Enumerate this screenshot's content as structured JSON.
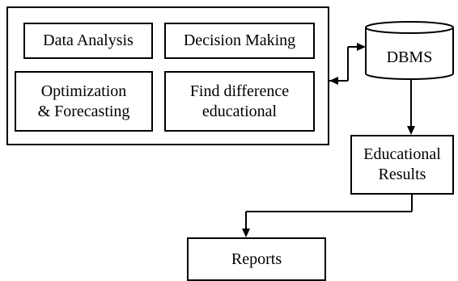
{
  "boxes": {
    "data_analysis": [
      "Data Analysis"
    ],
    "decision_making": [
      "Decision Making"
    ],
    "optimization": [
      "Optimization",
      "& Forecasting"
    ],
    "find_difference": [
      "Find difference",
      "educational"
    ],
    "dbms": "DBMS",
    "educational_results": [
      "Educational",
      "Results"
    ],
    "reports": [
      "Reports"
    ]
  }
}
